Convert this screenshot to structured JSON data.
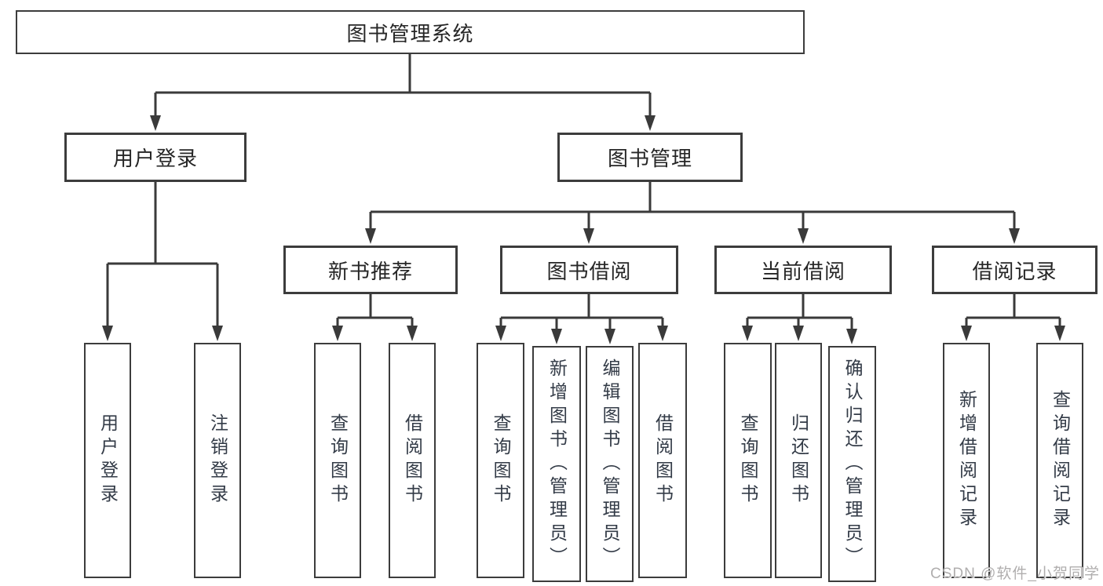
{
  "diagram": {
    "root": "图书管理系统",
    "branches": [
      {
        "label": "用户登录",
        "children": [
          "用户登录",
          "注销登录"
        ]
      },
      {
        "label": "图书管理",
        "sections": [
          {
            "label": "新书推荐",
            "children": [
              "查询图书",
              "借阅图书"
            ]
          },
          {
            "label": "图书借阅",
            "children": [
              "查询图书",
              "新增图书（管理员）",
              "编辑图书（管理员）",
              "借阅图书"
            ]
          },
          {
            "label": "当前借阅",
            "children": [
              "查询图书",
              "归还图书",
              "确认归还（管理员）"
            ]
          },
          {
            "label": "借阅记录",
            "children": [
              "新增借阅记录",
              "查询借阅记录"
            ]
          }
        ]
      }
    ]
  },
  "watermark": "CSDN @软件_小贺同学",
  "colors": {
    "line": "#3a3a3a",
    "box_border": "#3c3c3c",
    "box_fill": "#ffffff",
    "text": "#2b2b2b",
    "watermark": "#b0aeae",
    "background": "#ffffff"
  }
}
